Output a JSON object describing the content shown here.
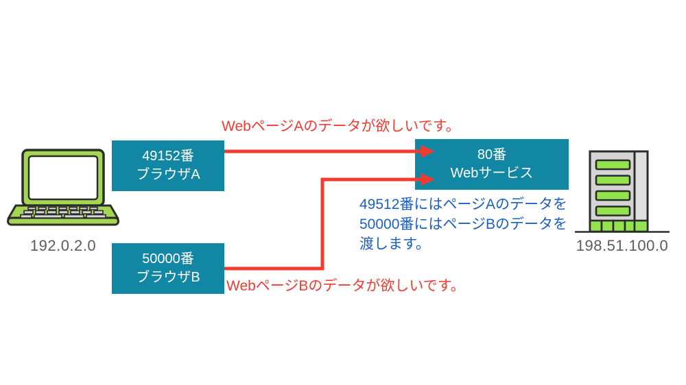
{
  "client": {
    "ip": "192.0.2.0",
    "ports": [
      {
        "port": "49152番",
        "label": "ブラウザA"
      },
      {
        "port": "50000番",
        "label": "ブラウザB"
      }
    ]
  },
  "server": {
    "ip": "198.51.100.0",
    "service": {
      "port": "80番",
      "label": "Webサービス"
    }
  },
  "messages": {
    "request_a": "WebページAのデータが欲しいです。",
    "request_b": "WebページBのデータが欲しいです。",
    "server_note_line1": "49512番にはページAのデータを",
    "server_note_line2": "50000番にはページBのデータを",
    "server_note_line3": "渡します。"
  },
  "icons": {
    "laptop": "laptop-icon",
    "building": "office-building-icon"
  },
  "colors": {
    "box_teal": "#1187a4",
    "arrow_red": "#f23b31",
    "note_blue": "#1c5fbf",
    "ip_gray": "#5b5b5b",
    "device_green": "#a4d653",
    "window_green": "#94e24d",
    "device_gray": "#d4d4d4",
    "column_gray": "#dfdfdf",
    "key_gray": "#d8d8d8",
    "outline_dark": "#2b2b2b"
  }
}
